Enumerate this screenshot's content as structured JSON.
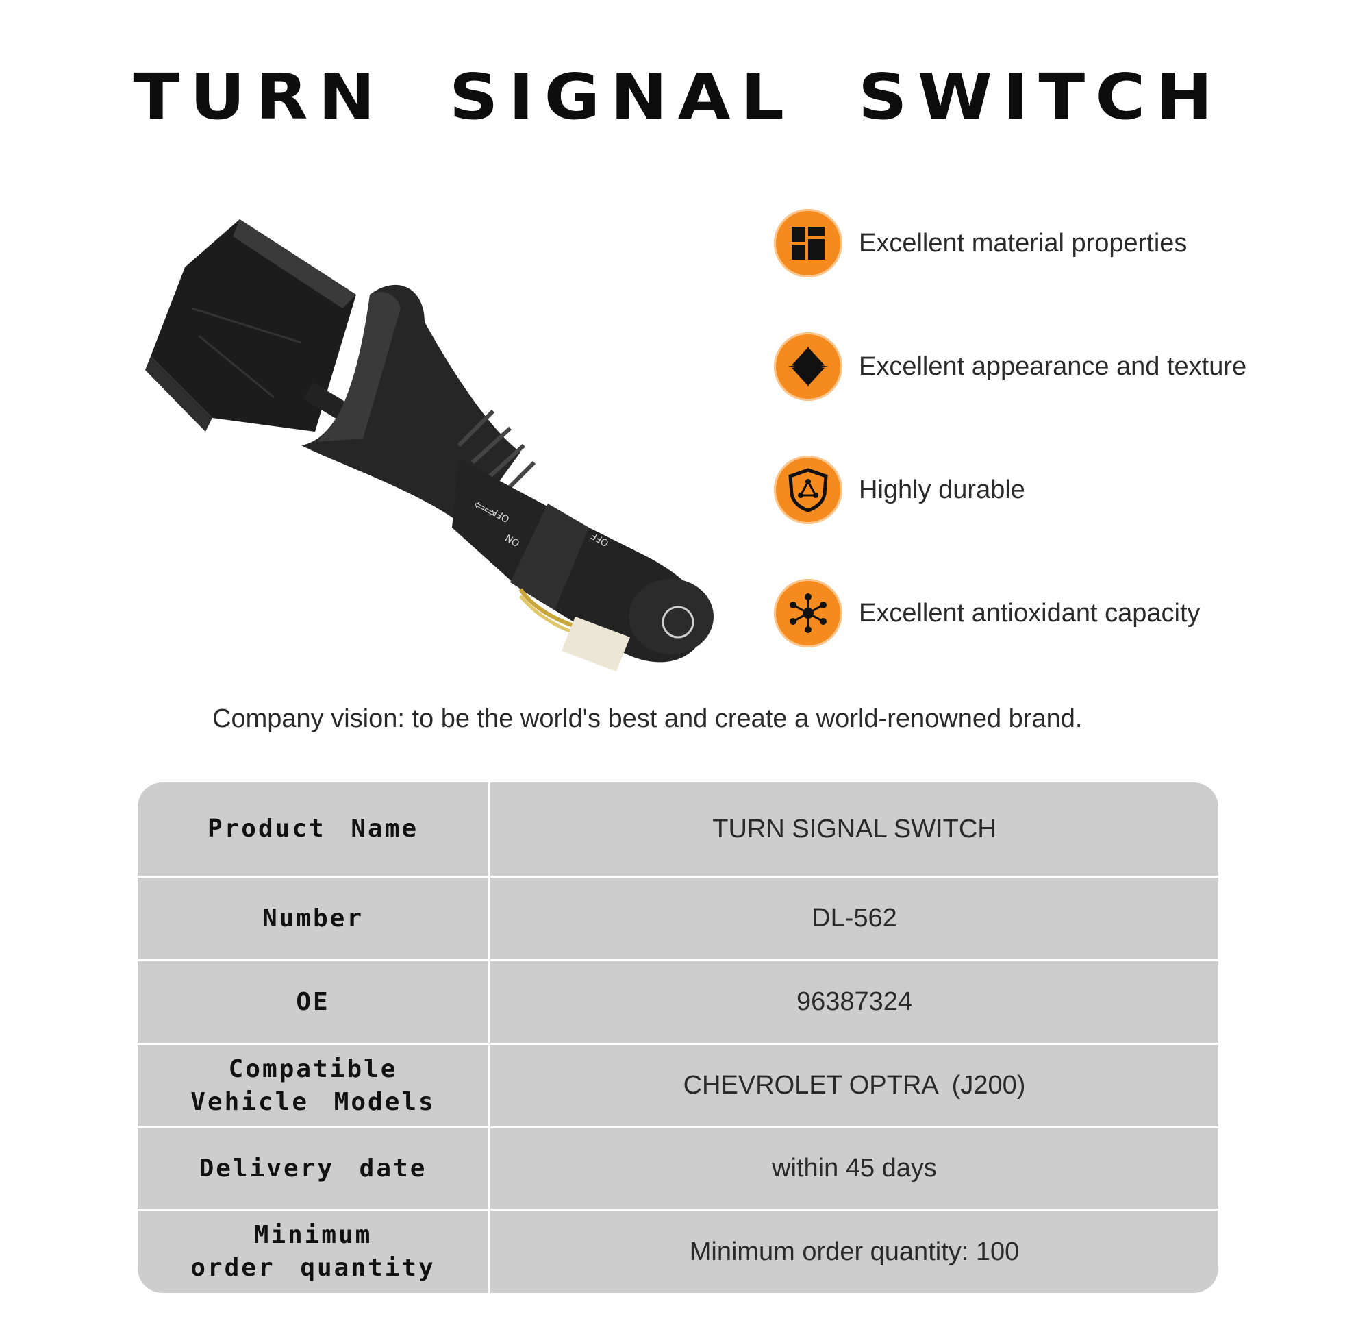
{
  "page": {
    "title": "TURN SIGNAL SWITCH",
    "vision": "Company vision: to be the world's best and create a world-renowned brand."
  },
  "product_image": {
    "lever_markings": {
      "off_1": "OFF",
      "on": "ON",
      "off_2": "OFF"
    }
  },
  "features": [
    {
      "icon": "material-blocks-icon",
      "label": "Excellent material properties"
    },
    {
      "icon": "diamond-arrows-icon",
      "label": "Excellent appearance and texture"
    },
    {
      "icon": "shield-network-icon",
      "label": "Highly durable"
    },
    {
      "icon": "molecule-icon",
      "label": "Excellent antioxidant capacity"
    }
  ],
  "specs": [
    {
      "key": "Product  Name",
      "value": "TURN SIGNAL SWITCH"
    },
    {
      "key": "Number",
      "value": "DL-562"
    },
    {
      "key": "OE",
      "value": "96387324"
    },
    {
      "key": "Compatible\nVehicle  Models",
      "value": "CHEVROLET OPTRA  (J200)"
    },
    {
      "key": "Delivery  date",
      "value": "within 45 days"
    },
    {
      "key": "Minimum\norder  quantity",
      "value": "Minimum order quantity: 100"
    }
  ],
  "colors": {
    "accent": "#f58a1f",
    "table_bg": "#cdcdcd",
    "title": "#0d0d0d"
  }
}
